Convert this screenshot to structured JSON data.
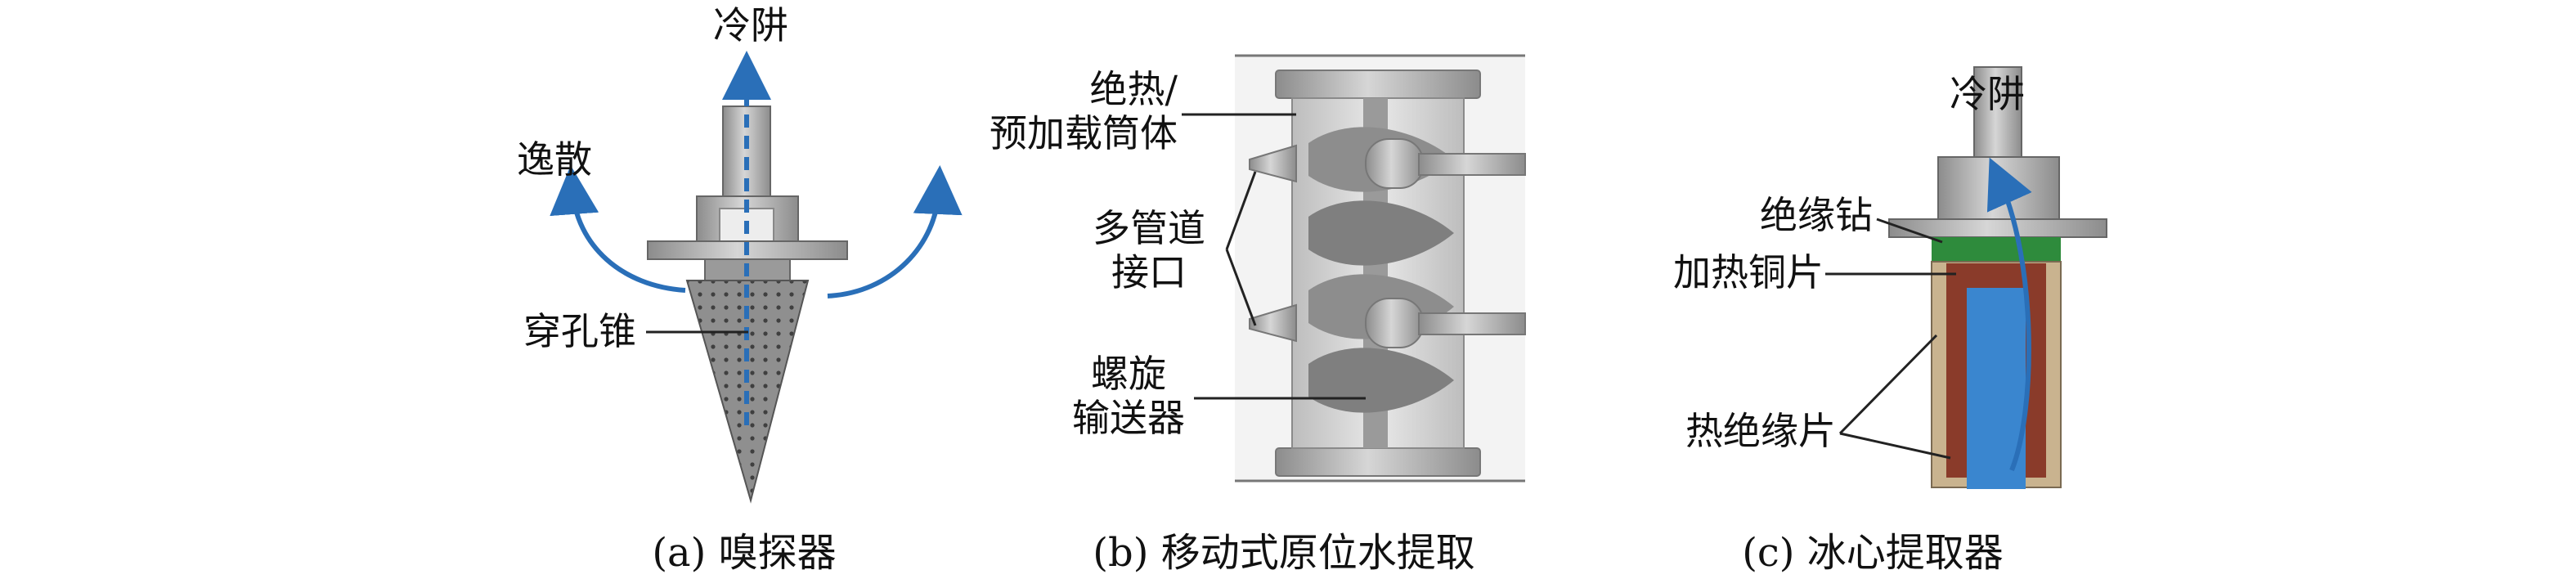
{
  "panels": [
    {
      "caption": "(a) 嗅探器",
      "labels": {
        "cold_trap": "冷阱",
        "dissipation": "逸散",
        "perforated_cone": "穿孔锥"
      }
    },
    {
      "caption": "(b) 移动式原位水提取",
      "labels": {
        "insulation_line1": "绝热/",
        "insulation_line2": "预加载筒体",
        "ports_line1": "多管道",
        "ports_line2": "接口",
        "auger_line1": "螺旋",
        "auger_line2": "输送器"
      }
    },
    {
      "caption": "(c) 冰心提取器",
      "labels": {
        "cold_trap": "冷阱",
        "insulated_drill": "绝缘钻",
        "heating_copper": "加热铜片",
        "thermal_insulation": "热绝缘片"
      }
    }
  ],
  "colors": {
    "arrow_blue": "#2a6fb8",
    "metal_gray": "#a3a3a3",
    "copper": "#8a3b2a",
    "ice_blue": "#3a86cf",
    "seal_green": "#2e8b3c"
  }
}
